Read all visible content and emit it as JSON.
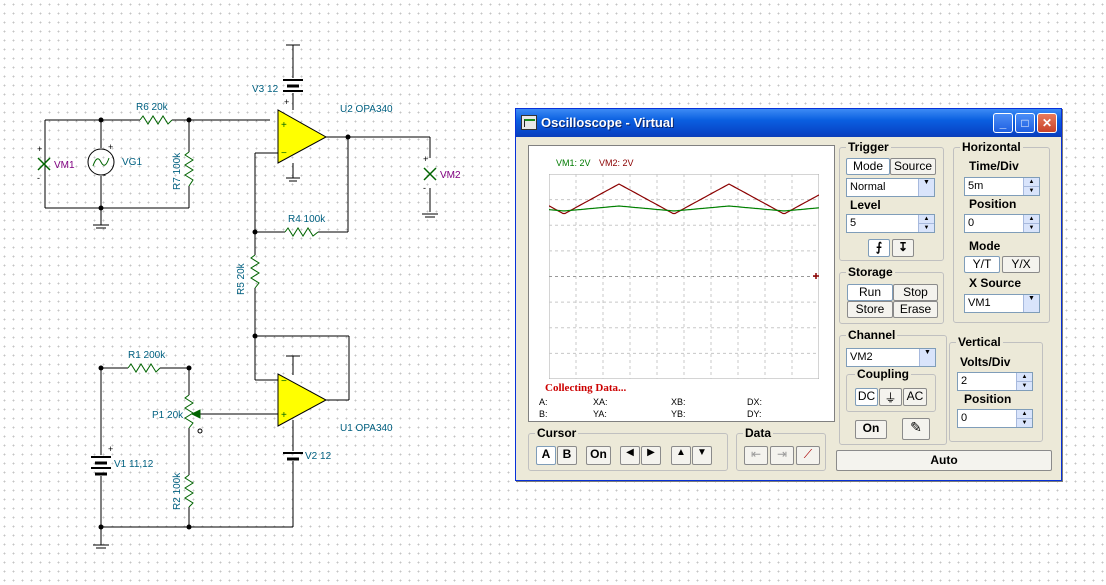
{
  "window": {
    "title": "Oscilloscope - Virtual",
    "minimize": "_",
    "maximize": "□",
    "close": "✕"
  },
  "screen": {
    "vm1_label": "VM1: 2V",
    "vm2_label": "VM2: 2V",
    "status": "Collecting Data...",
    "readouts": {
      "a": "A:",
      "b": "B:",
      "xa": "XA:",
      "ya": "YA:",
      "xb": "XB:",
      "yb": "YB:",
      "dx": "DX:",
      "dy": "DY:"
    },
    "trace_colors": {
      "vm1": "#8b0000",
      "vm2": "#008000"
    }
  },
  "trigger": {
    "title": "Trigger",
    "mode_btn": "Mode",
    "source_btn": "Source",
    "mode_value": "Normal",
    "level_label": "Level",
    "level_value": "5",
    "rising_icon": "rising-edge-icon",
    "falling_icon": "falling-edge-icon"
  },
  "horizontal": {
    "title": "Horizontal",
    "time_div_label": "Time/Div",
    "time_div_value": "5m",
    "position_label": "Position",
    "position_value": "0",
    "mode_label": "Mode",
    "yt_btn": "Y/T",
    "yx_btn": "Y/X",
    "xsource_label": "X Source",
    "xsource_value": "VM1"
  },
  "storage": {
    "title": "Storage",
    "run": "Run",
    "stop": "Stop",
    "store": "Store",
    "erase": "Erase"
  },
  "channel": {
    "title": "Channel",
    "value": "VM2",
    "coupling_title": "Coupling",
    "dc": "DC",
    "gnd": "⏚",
    "ac": "AC",
    "on_btn": "On"
  },
  "vertical": {
    "title": "Vertical",
    "volts_div_label": "Volts/Div",
    "volts_div_value": "2",
    "position_label": "Position",
    "position_value": "0"
  },
  "cursor": {
    "title": "Cursor",
    "a": "A",
    "b": "B",
    "on": "On",
    "left": "◀",
    "right": "▶",
    "up": "▲",
    "down": "▼"
  },
  "data_group": {
    "title": "Data"
  },
  "auto_btn": "Auto",
  "schematic": {
    "v3": "V3 12",
    "u2": "U2 OPA340",
    "r6": "R6 20k",
    "r7": "R7 100k",
    "vg1": "VG1",
    "vm1": "VM1",
    "vm2": "VM2",
    "r4": "R4 100k",
    "r5": "R5 20k",
    "r1": "R1 200k",
    "p1": "P1 20k",
    "u1": "U1 OPA340",
    "v1": "V1 11,12",
    "v2": "V2 12",
    "r2": "R2 100k"
  }
}
